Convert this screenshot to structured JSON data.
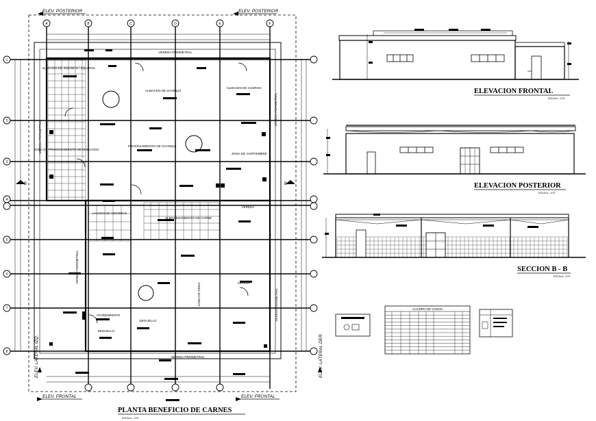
{
  "plan": {
    "title": "PLANTA  BENEFICIO DE CARNES",
    "scale": "ESCALA : 1/75",
    "elevation_marks": {
      "top_left": "ELEV. POSTERIOR",
      "top_right": "ELEV. POSTERIOR",
      "bottom_left": "ELEV. FRONTAL",
      "bottom_right": "ELEV. FRONTAL",
      "side_left": "ELEV. LATERAL IZQ.",
      "side_right": "ELEV. LATERAL DER."
    },
    "grid_cols": [
      "A",
      "B",
      "C",
      "D",
      "E",
      "F"
    ],
    "grid_rows": [
      "1",
      "2",
      "3",
      "4",
      "5",
      "6",
      "7",
      "8"
    ],
    "section_marks": [
      "B",
      "B"
    ],
    "rooms": {
      "vereda_top": "VEREDA PERIMETRAL",
      "almacen_insumos": "ALMACEN DE\nINSUMOS / EQUIPOS",
      "almacen_charqui": "ALMACEN DE CHARQUI",
      "almacen_cueros": "ALMACEN DE CUEROS",
      "vereda_left": "VEREDA PERIMETRAL",
      "vereda_right": "VEREDA PERIMETRAL",
      "zona_procesamiento": "ZONA DE\nPROCESAMIENTO DE\nEMBUTIDO",
      "procesamiento_charqui": "PROCESAMIENTO DE CHARQUI",
      "zona_curtiembre": "ZONA DE CURTIEMBRE",
      "lavado_visceras": "LAVADO DE VISCERAS",
      "almacenamiento_carne": "ALMACENAMIENTO DE CARNE",
      "vereda_mid": "VEREDA",
      "vereda_left2": "VEREDA PERIMETRAL",
      "zona_oreo": "ZONA DE OREO",
      "vereda_right2": "VEREDA",
      "aturdimiento": "ATURDIMIENTO",
      "degüello": "DEGUELLO",
      "desuello": "DESUELLO",
      "vereda_right3": "VEREDA PERIMETRAL",
      "vereda_bottom": "VEREDA PERIMETRAL"
    }
  },
  "elev_frontal": {
    "title": "ELEVACION  FRONTAL",
    "scale": "ESCALA :  1/75"
  },
  "elev_posterior": {
    "title": "ELEVACION  POSTERIOR",
    "scale": "ESCALA :  1/75"
  },
  "seccion": {
    "title": "SECCION  B - B",
    "scale": "ESCALA : 1/75"
  },
  "cuadro": {
    "title": "CUADRO DE VANOS",
    "rows": 11
  }
}
